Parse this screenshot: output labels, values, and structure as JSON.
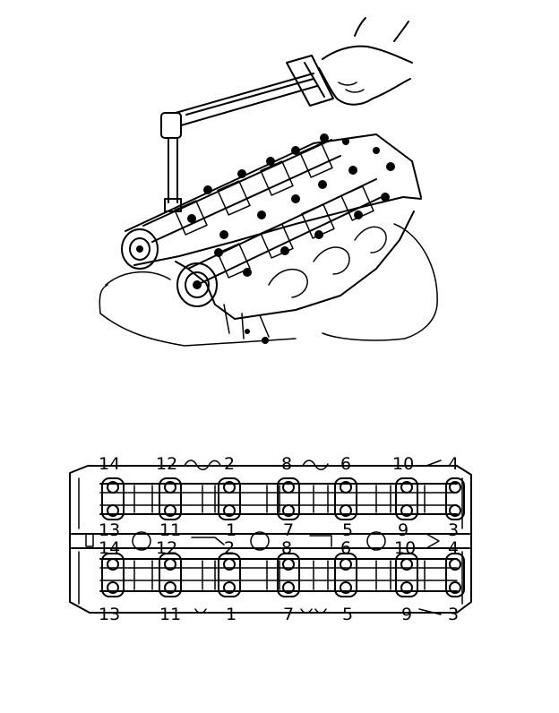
{
  "diagram": {
    "upper_row_top_labels": [
      "14",
      "12",
      "2",
      "8",
      "6",
      "10",
      "4"
    ],
    "upper_row_bottom_labels": [
      "13",
      "11",
      "1",
      "7",
      "5",
      "9",
      "3"
    ],
    "lower_row_top_labels": [
      "14",
      "12",
      "2",
      "8",
      "6",
      "10",
      "4"
    ],
    "lower_row_bottom_labels": [
      "13",
      "11",
      "1",
      "7",
      "5",
      "9",
      "3"
    ]
  }
}
